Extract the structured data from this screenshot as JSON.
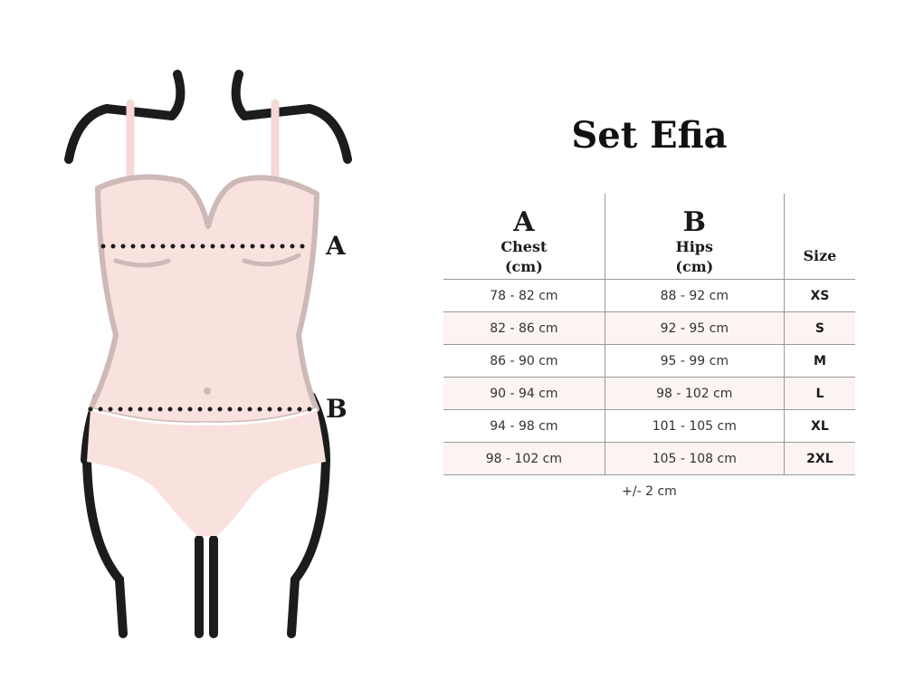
{
  "title": "Set Efia",
  "markers": {
    "a": "A",
    "b": "B"
  },
  "table": {
    "headers": [
      {
        "letter": "A",
        "label": "Chest",
        "unit": "(cm)"
      },
      {
        "letter": "B",
        "label": "Hips",
        "unit": "(cm)"
      },
      {
        "label": "Size"
      }
    ],
    "rows": [
      {
        "chest": "78 - 82 cm",
        "hips": "88 - 92 cm",
        "size": "XS"
      },
      {
        "chest": "82 - 86 cm",
        "hips": "92 - 95 cm",
        "size": "S"
      },
      {
        "chest": "86 - 90 cm",
        "hips": "95 - 99 cm",
        "size": "M"
      },
      {
        "chest": "90 - 94 cm",
        "hips": "98 - 102 cm",
        "size": "L"
      },
      {
        "chest": "94 - 98 cm",
        "hips": "101 - 105 cm",
        "size": "XL"
      },
      {
        "chest": "98 - 102 cm",
        "hips": "105 - 108 cm",
        "size": "2XL"
      }
    ]
  },
  "note": "+/- 2 cm",
  "colors": {
    "garment_fill": "#f9e1de",
    "garment_outline": "#cdb9b7",
    "outline": "#1c1c1c",
    "stripe": "#fbf4f2"
  }
}
